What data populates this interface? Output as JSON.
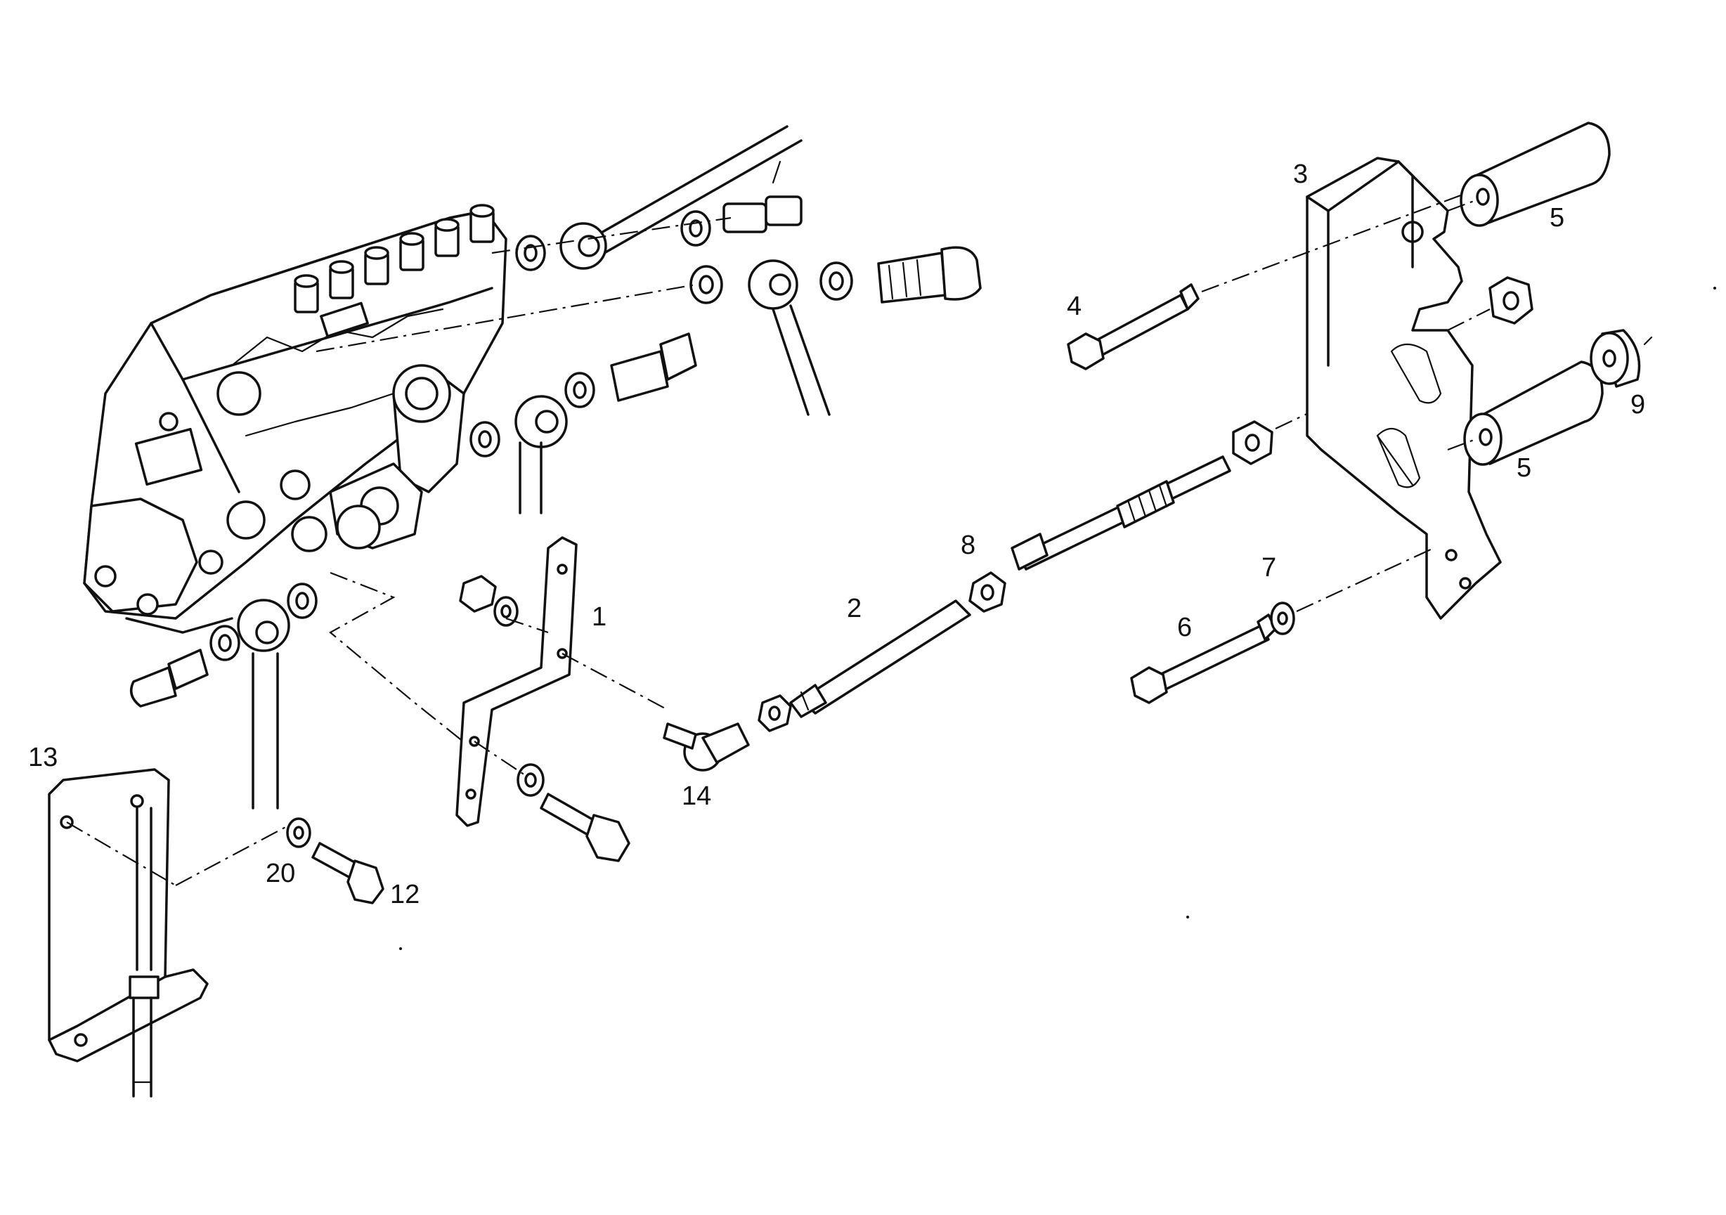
{
  "diagram": {
    "callouts": [
      {
        "id": "1",
        "text": "1"
      },
      {
        "id": "2",
        "text": "2"
      },
      {
        "id": "3",
        "text": "3"
      },
      {
        "id": "4",
        "text": "4"
      },
      {
        "id": "5a",
        "text": "5"
      },
      {
        "id": "5b",
        "text": "5"
      },
      {
        "id": "6",
        "text": "6"
      },
      {
        "id": "7",
        "text": "7"
      },
      {
        "id": "8",
        "text": "8"
      },
      {
        "id": "9",
        "text": "9"
      },
      {
        "id": "12",
        "text": "12"
      },
      {
        "id": "13",
        "text": "13"
      },
      {
        "id": "14",
        "text": "14"
      },
      {
        "id": "20",
        "text": "20"
      }
    ]
  }
}
